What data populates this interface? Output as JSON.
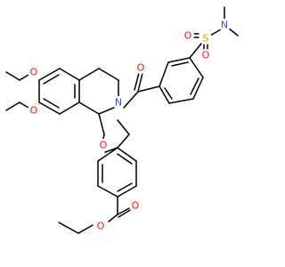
{
  "molecule": {
    "colors": {
      "bond": "#000000",
      "O": "#ff0d0d",
      "N": "#3050f8",
      "S": "#c8a000"
    },
    "atoms": [
      {
        "id": "O_meo_top",
        "symbol": "O"
      },
      {
        "id": "O_meo_bot",
        "symbol": "O"
      },
      {
        "id": "N_ring",
        "symbol": "N"
      },
      {
        "id": "O_carbonyl_amide",
        "symbol": "O"
      },
      {
        "id": "S_sulfonyl",
        "symbol": "S"
      },
      {
        "id": "O_sulf_left",
        "symbol": "O"
      },
      {
        "id": "O_sulf_bottom",
        "symbol": "O"
      },
      {
        "id": "N_dimethyl",
        "symbol": "N"
      },
      {
        "id": "O_ether",
        "symbol": "O"
      },
      {
        "id": "O_ester_carbonyl",
        "symbol": "O"
      },
      {
        "id": "O_ester",
        "symbol": "O"
      }
    ]
  }
}
